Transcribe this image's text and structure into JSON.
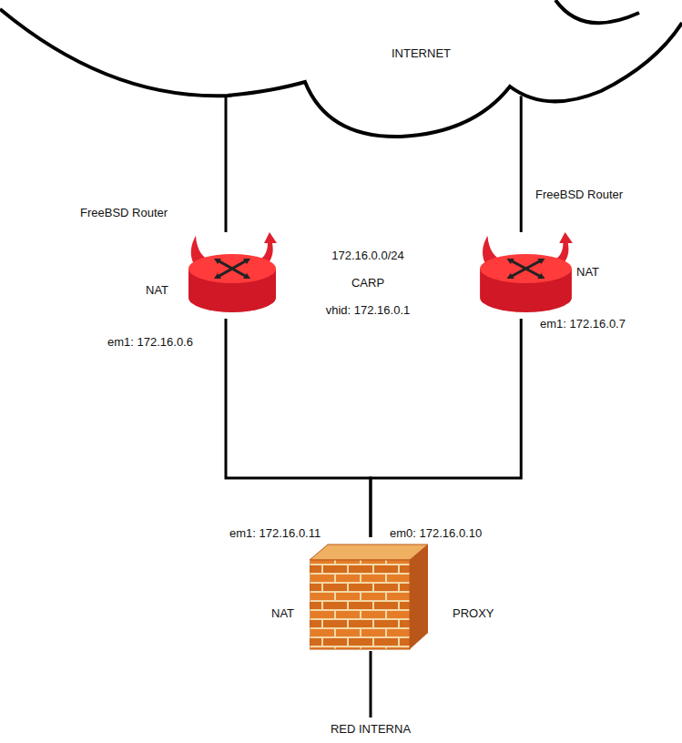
{
  "diagram": {
    "nodes": [
      {
        "text": [
          "INTERNET"
        ]
      },
      {
        "text": [
          "FreeBSD Router",
          "NAT",
          "em1: 172.16.0.6"
        ]
      },
      {
        "text": [
          "FreeBSD Router",
          "NAT",
          "em1: 172.16.0.7"
        ]
      },
      {
        "text": [
          "em1: 172.16.0.11",
          "em0: 172.16.0.10",
          "NAT",
          "PROXY"
        ]
      }
    ],
    "edges": [
      {
        "from": 0,
        "to": 1,
        "arrow": "none"
      },
      {
        "from": 0,
        "to": 2,
        "arrow": "none"
      },
      {
        "from": 1,
        "to": 3,
        "arrow": "none"
      },
      {
        "from": 2,
        "to": 3,
        "arrow": "none"
      }
    ],
    "labels": [
      "172.16.0.0/24",
      "CARP",
      "vhid: 172.16.0.1",
      "RED INTERNA"
    ]
  }
}
